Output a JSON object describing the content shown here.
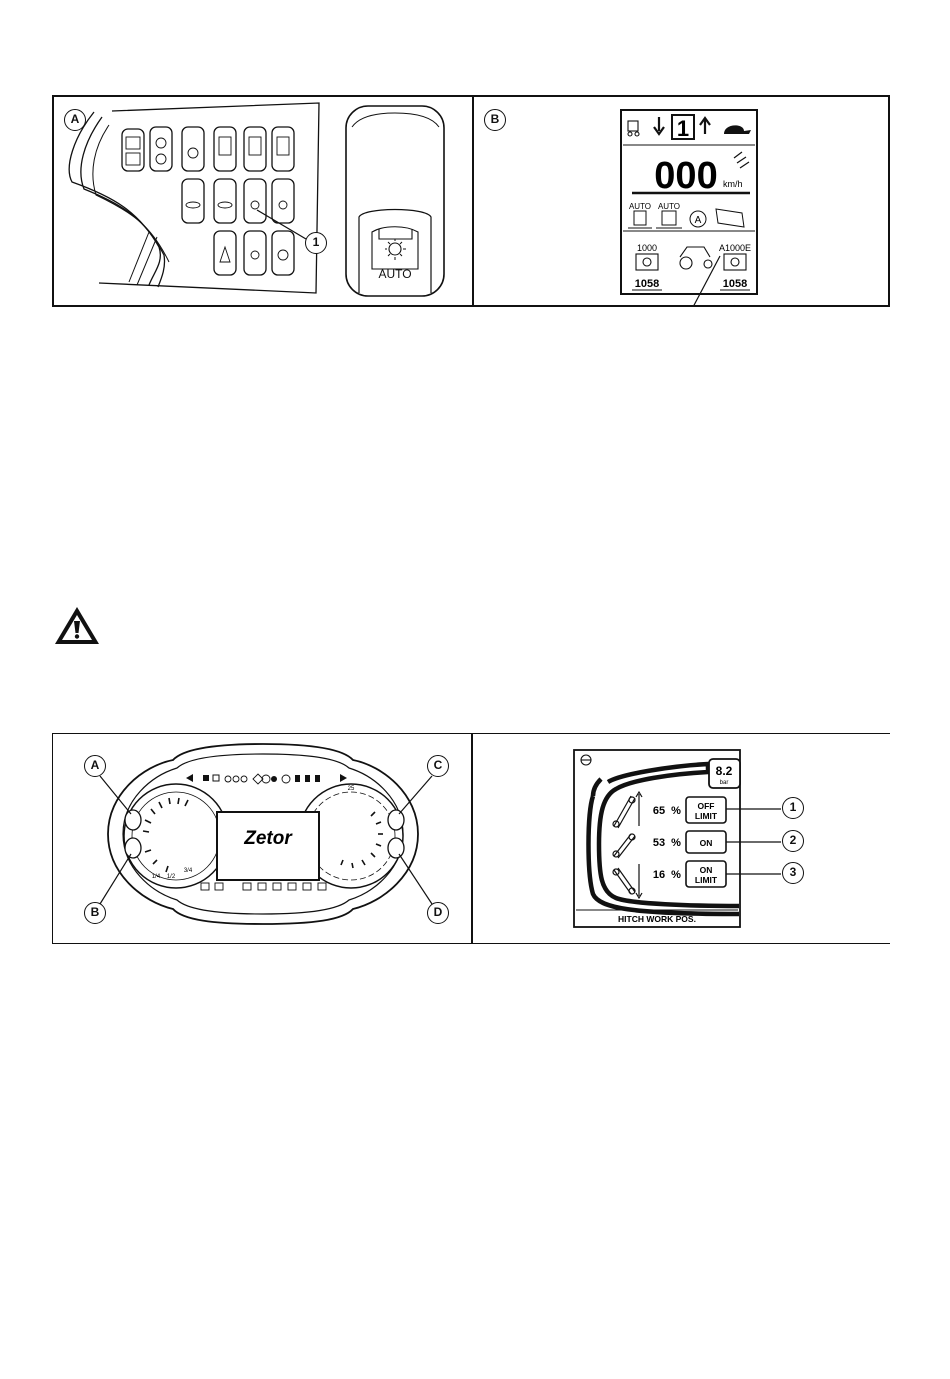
{
  "figure_top": {
    "panel_a": {
      "label": "A",
      "switch_text": "AUTO",
      "switch_small_text": "AUTO",
      "callout": "1"
    },
    "panel_b": {
      "label": "B",
      "gear": "1",
      "speed": "000",
      "speed_unit": "km/h",
      "auto_left": "AUTO",
      "auto_right": "AUTO",
      "front_pto_label": "1000",
      "rear_pto_label": "A1000E",
      "front_rpm": "1058",
      "rear_rpm": "1058",
      "icon_a": "A"
    }
  },
  "figure_bottom": {
    "panel_left": {
      "callouts": {
        "a": "A",
        "b": "B",
        "c": "C",
        "d": "D"
      },
      "brand": "Zetor",
      "fuel_scale": [
        "1/4",
        "1/2",
        "3/4"
      ],
      "tacho_top": "25"
    },
    "panel_right": {
      "pressure_value": "8.2",
      "pressure_unit": "bar",
      "rows": [
        {
          "percent": "65",
          "unit": "%",
          "state_line1": "OFF",
          "state_line2": "LIMIT",
          "callout": "1"
        },
        {
          "percent": "53",
          "unit": "%",
          "state_line1": "ON",
          "state_line2": "",
          "callout": "2"
        },
        {
          "percent": "16",
          "unit": "%",
          "state_line1": "ON",
          "state_line2": "LIMIT",
          "callout": "3"
        }
      ],
      "footer": "HITCH WORK POS."
    }
  },
  "warning_icon": "warning-triangle-icon"
}
